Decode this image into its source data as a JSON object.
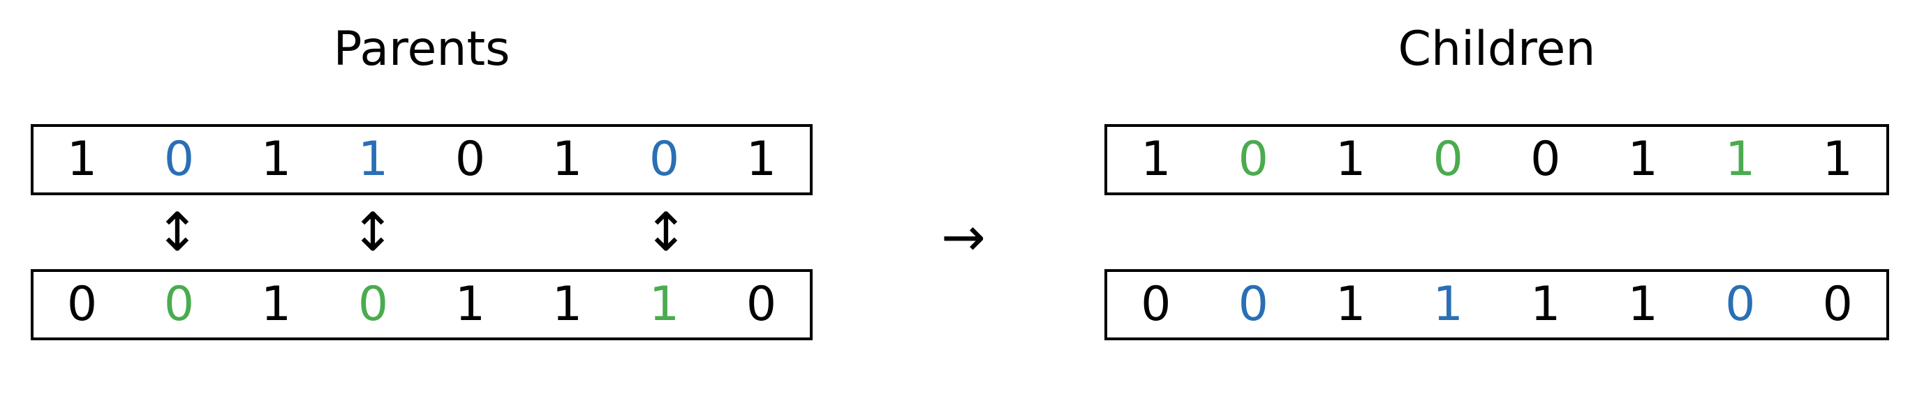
{
  "colors": {
    "default": "#000000",
    "blue": "#2a6fb5",
    "green": "#4aab4f"
  },
  "parents": {
    "title": "Parents",
    "row_a": [
      {
        "value": "1",
        "color": "default"
      },
      {
        "value": "0",
        "color": "blue"
      },
      {
        "value": "1",
        "color": "default"
      },
      {
        "value": "1",
        "color": "blue"
      },
      {
        "value": "0",
        "color": "default"
      },
      {
        "value": "1",
        "color": "default"
      },
      {
        "value": "0",
        "color": "blue"
      },
      {
        "value": "1",
        "color": "default"
      }
    ],
    "row_b": [
      {
        "value": "0",
        "color": "default"
      },
      {
        "value": "0",
        "color": "green"
      },
      {
        "value": "1",
        "color": "default"
      },
      {
        "value": "0",
        "color": "green"
      },
      {
        "value": "1",
        "color": "default"
      },
      {
        "value": "1",
        "color": "default"
      },
      {
        "value": "1",
        "color": "green"
      },
      {
        "value": "0",
        "color": "default"
      }
    ],
    "swap_symbol": "↕",
    "swap_positions": [
      1,
      3,
      6
    ]
  },
  "transition_arrow": "→",
  "children": {
    "title": "Children",
    "row_a": [
      {
        "value": "1",
        "color": "default"
      },
      {
        "value": "0",
        "color": "green"
      },
      {
        "value": "1",
        "color": "default"
      },
      {
        "value": "0",
        "color": "green"
      },
      {
        "value": "0",
        "color": "default"
      },
      {
        "value": "1",
        "color": "default"
      },
      {
        "value": "1",
        "color": "green"
      },
      {
        "value": "1",
        "color": "default"
      }
    ],
    "row_b": [
      {
        "value": "0",
        "color": "default"
      },
      {
        "value": "0",
        "color": "blue"
      },
      {
        "value": "1",
        "color": "default"
      },
      {
        "value": "1",
        "color": "blue"
      },
      {
        "value": "1",
        "color": "default"
      },
      {
        "value": "1",
        "color": "default"
      },
      {
        "value": "0",
        "color": "blue"
      },
      {
        "value": "0",
        "color": "default"
      }
    ]
  }
}
